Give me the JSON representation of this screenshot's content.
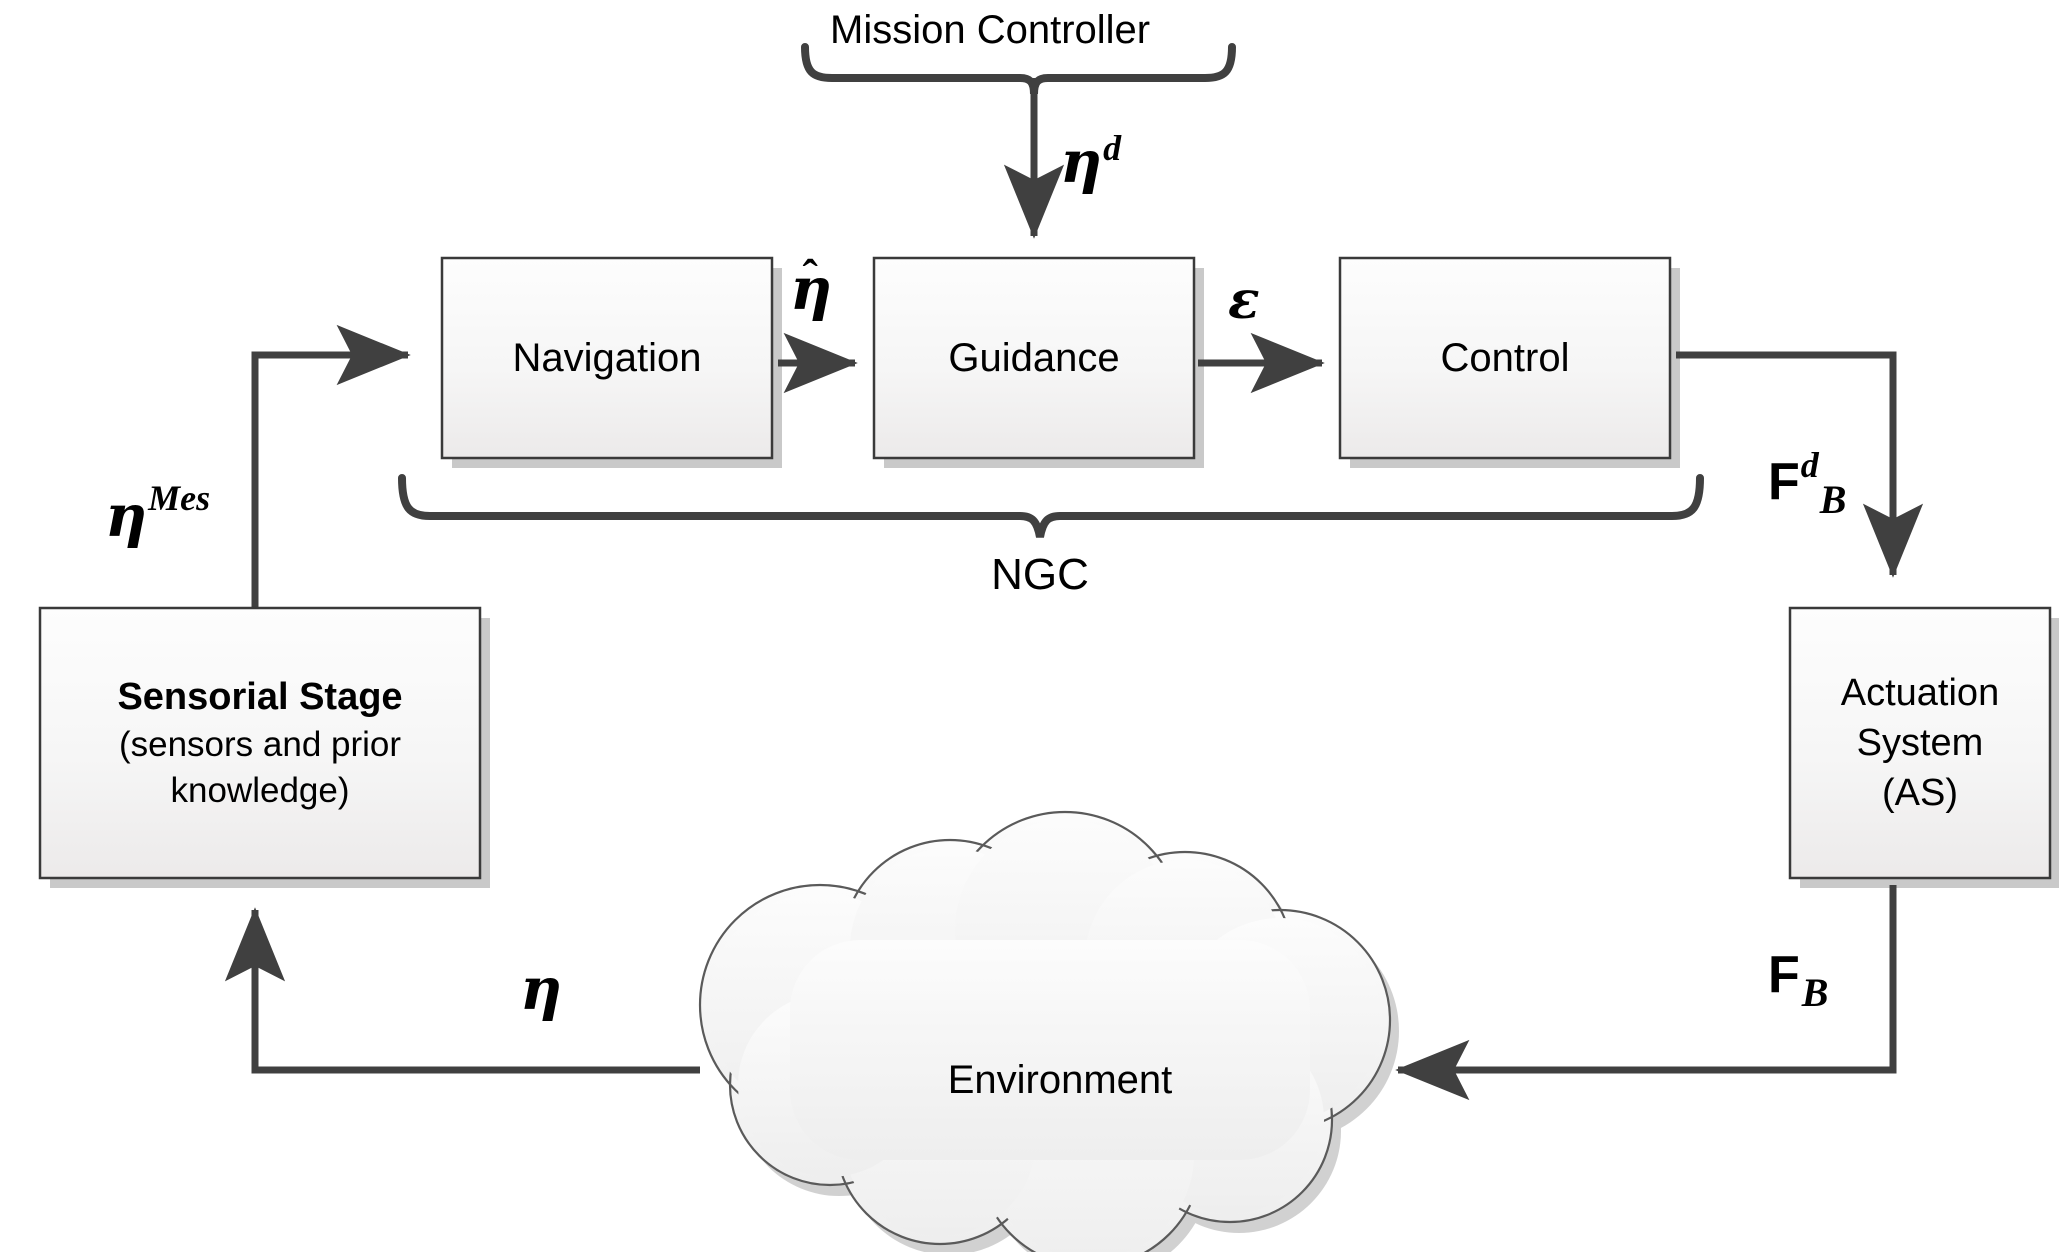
{
  "diagram": {
    "title": "NGC control loop block diagram",
    "colors": {
      "line": "#404040",
      "box_border": "#3a3a3a",
      "box_fill_top": "#fdfdfd",
      "box_fill_bottom": "#ececec",
      "shadow": "#c9c9c9",
      "text": "#000000",
      "background": "#ffffff"
    },
    "nodes": [
      {
        "id": "mission_controller",
        "label": "Mission Controller",
        "shape": "brace-label"
      },
      {
        "id": "navigation",
        "label": "Navigation",
        "shape": "rect"
      },
      {
        "id": "guidance",
        "label": "Guidance",
        "shape": "rect"
      },
      {
        "id": "control",
        "label": "Control",
        "shape": "rect"
      },
      {
        "id": "ngc",
        "label": "NGC",
        "shape": "brace-label"
      },
      {
        "id": "sensorial_stage",
        "label_lines": [
          "Sensorial Stage",
          "(sensors and prior",
          "knowledge)"
        ],
        "shape": "rect"
      },
      {
        "id": "actuation_system",
        "label_lines": [
          "Actuation",
          "System",
          "(AS)"
        ],
        "shape": "rect"
      },
      {
        "id": "environment",
        "label": "Environment",
        "shape": "cloud"
      }
    ],
    "edges": [
      {
        "id": "mission_to_guidance",
        "from": "mission_controller",
        "to": "guidance",
        "label_base": "η",
        "label_sup": "d"
      },
      {
        "id": "sensorial_to_navigation",
        "from": "sensorial_stage",
        "to": "navigation",
        "label_base": "η",
        "label_sup": "Mes"
      },
      {
        "id": "navigation_to_guidance",
        "from": "navigation",
        "to": "guidance",
        "label_base": "η",
        "label_accent": "hat"
      },
      {
        "id": "guidance_to_control",
        "from": "guidance",
        "to": "control",
        "label_base": "ε"
      },
      {
        "id": "control_to_actuation",
        "from": "control",
        "to": "actuation_system",
        "label_base": "F",
        "label_sup": "d",
        "label_sub": "B"
      },
      {
        "id": "actuation_to_environment",
        "from": "actuation_system",
        "to": "environment",
        "label_base": "F",
        "label_sub": "B"
      },
      {
        "id": "environment_to_sensorial",
        "from": "environment",
        "to": "sensorial_stage",
        "label_base": "η"
      }
    ],
    "labels": {
      "mission_controller": "Mission Controller",
      "navigation": "Navigation",
      "guidance": "Guidance",
      "control": "Control",
      "ngc": "NGC",
      "sensorial_title": "Sensorial Stage",
      "sensorial_line2": "(sensors and prior",
      "sensorial_line3": "knowledge)",
      "actuation_line1": "Actuation",
      "actuation_line2": "System",
      "actuation_line3": "(AS)",
      "environment": "Environment",
      "eta": "η",
      "eta_hat_base": "η",
      "eta_hat_accent": "ˆ",
      "eta_sup_d": "d",
      "eta_sup_mes": "Mes",
      "epsilon": "ε",
      "force_base": "F",
      "force_sup_d": "d",
      "force_sub_b": "B"
    }
  }
}
